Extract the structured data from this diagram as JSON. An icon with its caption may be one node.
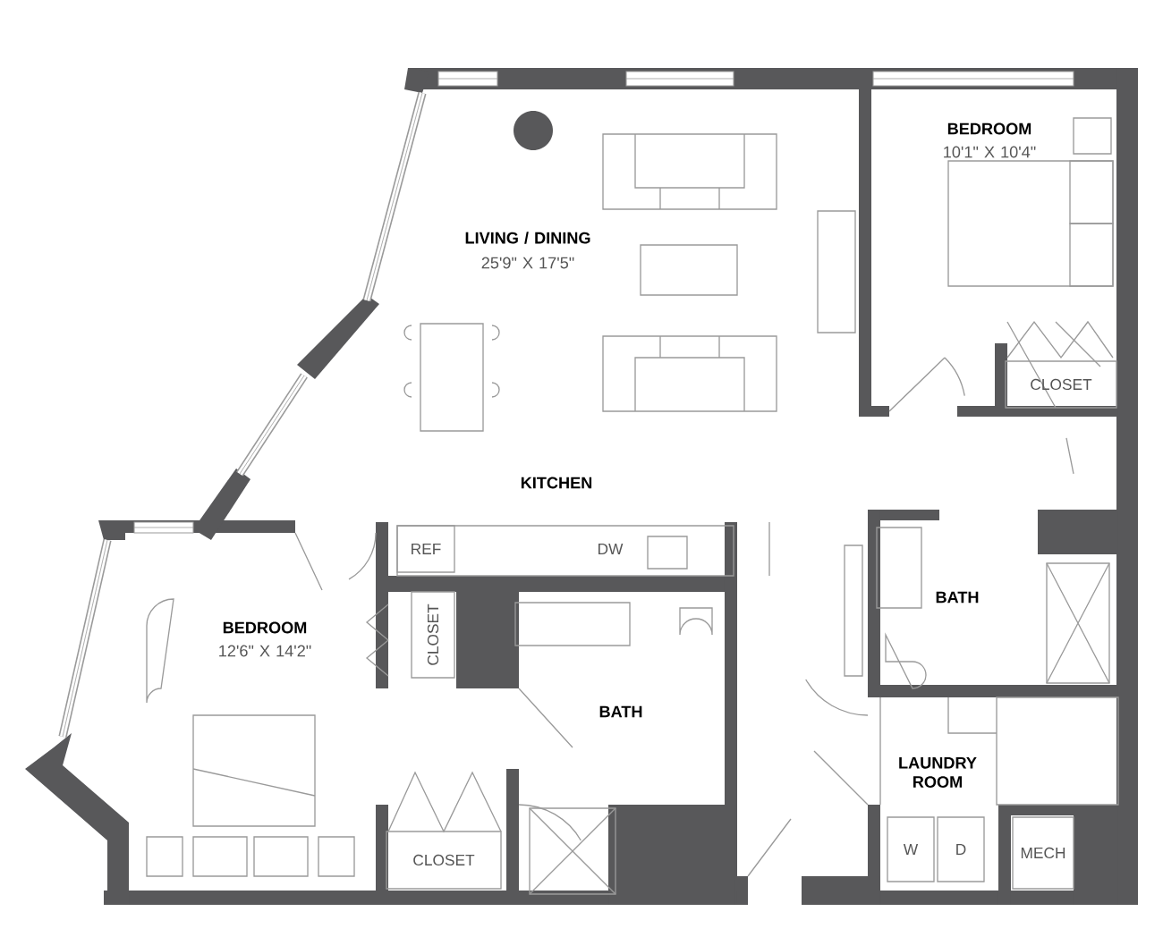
{
  "diagram": {
    "nodes": [
      {
        "text": [
          "CLOSET"
        ]
      },
      {
        "text": [
          "REF"
        ]
      },
      {
        "text": [
          "CLOSET"
        ]
      },
      {
        "text": [
          "CLOSET"
        ]
      },
      {
        "text": [
          "W"
        ]
      },
      {
        "text": [
          "D"
        ]
      },
      {
        "text": [
          "MECH"
        ]
      }
    ],
    "labels": [
      "LIVING / DINING",
      "25'9\" X 17'5\"",
      "BEDROOM",
      "10'1\" X 10'4\"",
      "KITCHEN",
      "DW",
      "BATH",
      "BEDROOM",
      "12'6\" X 14'2\"",
      "BATH",
      "LAUNDRY ROOM"
    ]
  }
}
